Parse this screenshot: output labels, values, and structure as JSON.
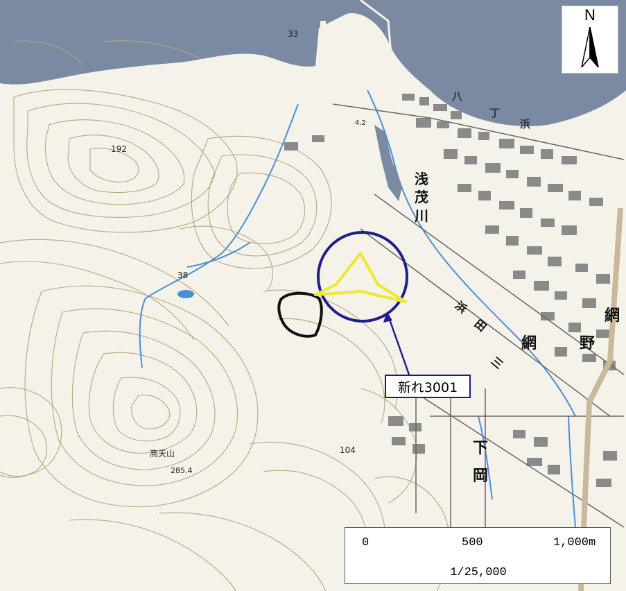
{
  "map": {
    "north": "N",
    "callout_label": "新れ3001",
    "scale": {
      "tick_0": "0",
      "tick_500": "500",
      "tick_1000": "1,000m",
      "ratio": "1/25,000"
    },
    "labels": {
      "river_1": "浅",
      "river_2": "茂",
      "river_3": "川",
      "town_ami_1": "網",
      "town_ami_2": "網",
      "town_no": "野",
      "town_shimo": "下",
      "town_oka": "岡",
      "district_1": "浜",
      "district_2": "田",
      "district_3": "三",
      "beach_1": "八",
      "beach_2": "丁",
      "beach_3": "浜",
      "mountain_name": "高天山",
      "mountain_height": "285.4",
      "elev_192": "192",
      "elev_38": "38",
      "elev_33": "33",
      "elev_104": "104",
      "elev_42": "4.2"
    },
    "colors": {
      "sea": "#7a8aa3",
      "land": "#f5f2ea",
      "contour": "#b8a77a",
      "river": "#4a8fd6",
      "highlight": "#f0e830",
      "circle": "#1f1f8c",
      "outline": "#111111"
    }
  }
}
